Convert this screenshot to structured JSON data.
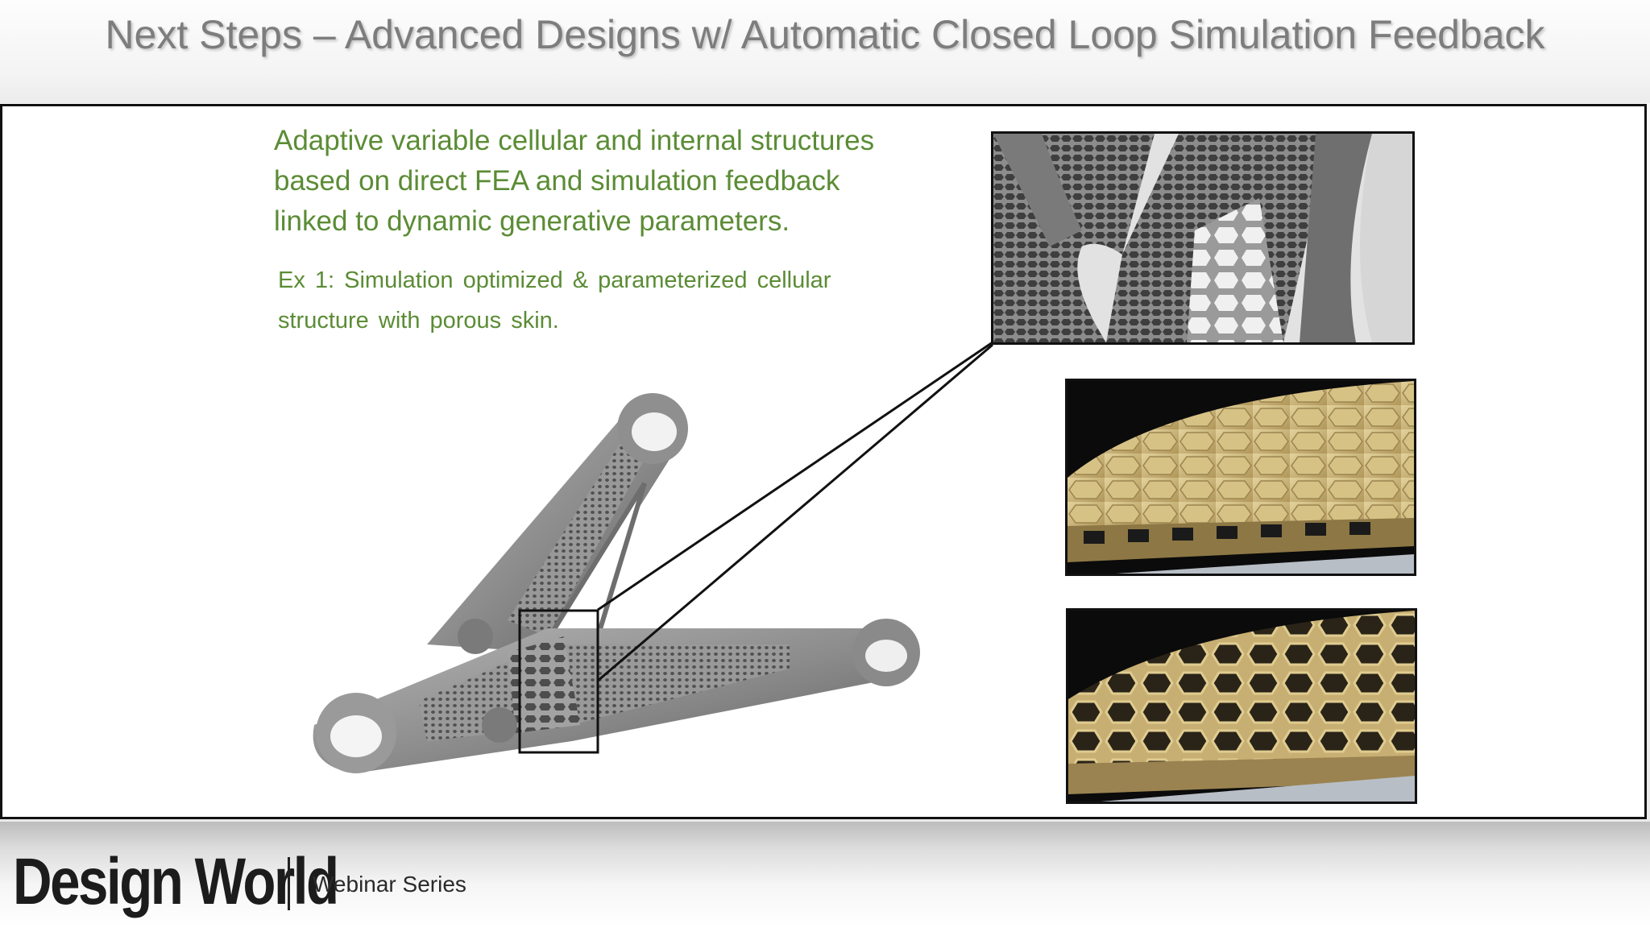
{
  "slide": {
    "title": "Next Steps – Advanced Designs w/ Automatic Closed Loop Simulation Feedback",
    "lead_lines": [
      "Adaptive variable cellular and internal structures",
      "based on direct FEA and simulation feedback",
      "linked to dynamic generative parameters."
    ],
    "example_lines": [
      "Ex 1: Simulation optimized & parameterized cellular",
      "structure with porous skin."
    ]
  },
  "colors": {
    "title_text": "#7d7d7d",
    "body_text": "#5b8c35",
    "panel_border": "#111111",
    "metal": "#8a8a8a",
    "tan": "#c9b27a"
  },
  "footer": {
    "brand": "Design World",
    "series": "Webinar Series"
  }
}
